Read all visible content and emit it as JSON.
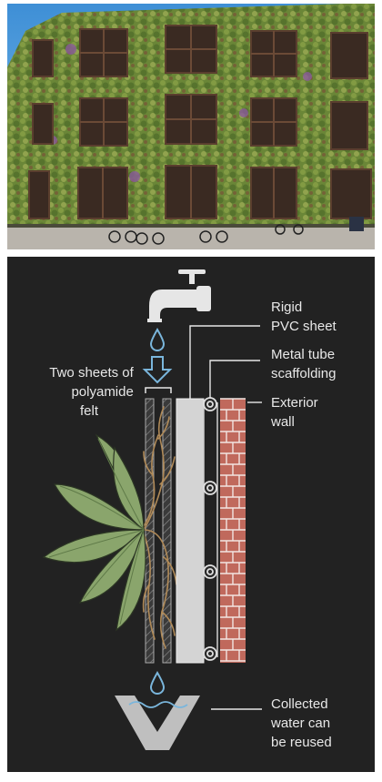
{
  "labels": {
    "rigid": [
      "Rigid",
      "PVC sheet"
    ],
    "metal": [
      "Metal tube",
      "scaffolding"
    ],
    "felt": [
      "Two sheets of",
      "polyamide",
      "felt"
    ],
    "wall": [
      "Exterior",
      "wall"
    ],
    "water": [
      "Collected",
      "water can",
      "be reused"
    ]
  },
  "colors": {
    "background": "#222222",
    "leaf": "#8aa56c",
    "leaf_dark": "#5f7a48",
    "root": "#b08a58",
    "water": "#7ab6dc",
    "brick": "#c0695c",
    "pvc": "#d4d4d4",
    "line": "#e8e8e8"
  },
  "icons": [
    "faucet-icon",
    "water-drop-icon",
    "down-arrow-icon",
    "plant-icon",
    "collection-trough-icon"
  ]
}
